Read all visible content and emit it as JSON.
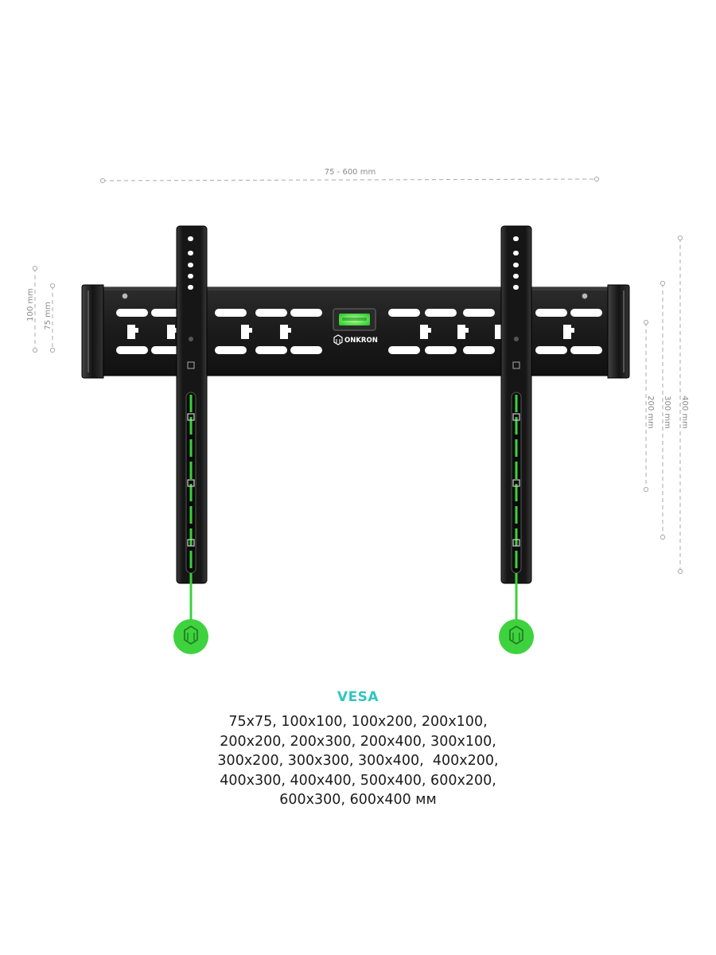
{
  "dimensions": {
    "width_range": "75 - 600 mm",
    "left_100": "100 mm",
    "left_75": "75 mm",
    "right_200": "200 mm",
    "right_300": "300 mm",
    "right_400": "400 mm"
  },
  "brand": {
    "logo_text": "ONKRON"
  },
  "vesa": {
    "title": "VESA",
    "lines": [
      "75x75, 100x100, 100x200, 200x100,",
      "200x200, 200x300, 200x400, 300x100,",
      "300x200, 300x300, 300x400,  400x200,",
      "400x300, 400x400, 500x400, 600x200,",
      "600x300, 600x400 мм"
    ]
  },
  "colors": {
    "accent_green": "#3bd23b",
    "text_teal": "#2fc6c0",
    "metal_dark": "#1f1f1f",
    "dimension_gray": "#a9a9a9"
  },
  "icons": [
    "onkron-logo-icon",
    "bubble-level-icon",
    "safety-tag-icon"
  ]
}
